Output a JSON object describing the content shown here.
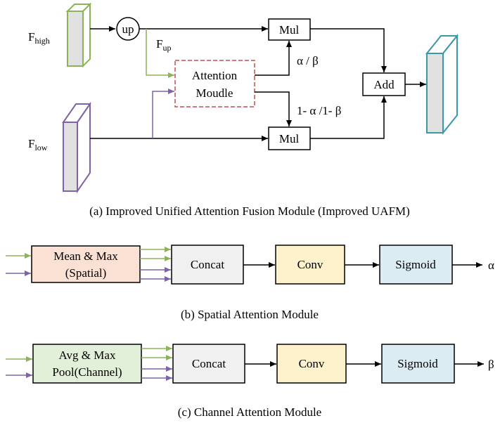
{
  "part_a": {
    "f_high": {
      "base": "F",
      "sub": "high"
    },
    "f_up": {
      "base": "F",
      "sub": "up"
    },
    "f_low": {
      "base": "F",
      "sub": "low"
    },
    "up_label": "up",
    "attention_line1": "Attention",
    "attention_line2": "Moudle",
    "mul_top": "Mul",
    "mul_bottom": "Mul",
    "add": "Add",
    "alpha_beta": "α / β",
    "one_minus": "1- α /1- β",
    "caption": "(a) Improved  Unified Attention Fusion Module (Improved UAFM)"
  },
  "part_b": {
    "block1_line1": "Mean & Max",
    "block1_line2": "(Spatial)",
    "concat": "Concat",
    "conv": "Conv",
    "sigmoid": "Sigmoid",
    "output": "α",
    "caption": "(b) Spatial Attention Module"
  },
  "part_c": {
    "block1_line1": "Avg & Max",
    "block1_line2": "Pool(Channel)",
    "concat": "Concat",
    "conv": "Conv",
    "sigmoid": "Sigmoid",
    "output": "β",
    "caption": "(c)  Channel Attention Module"
  },
  "colors": {
    "high_green": "#8db35a",
    "low_purple": "#7f63a8",
    "output_teal": "#3b98a8",
    "attention_red": "#c0504d",
    "mean_max_fill": "#fbe1d3",
    "concat_fill": "#f0f0f0",
    "conv_fill": "#fef2cc",
    "sigmoid_fill": "#dcecf3",
    "avg_max_fill": "#e2efd9"
  }
}
